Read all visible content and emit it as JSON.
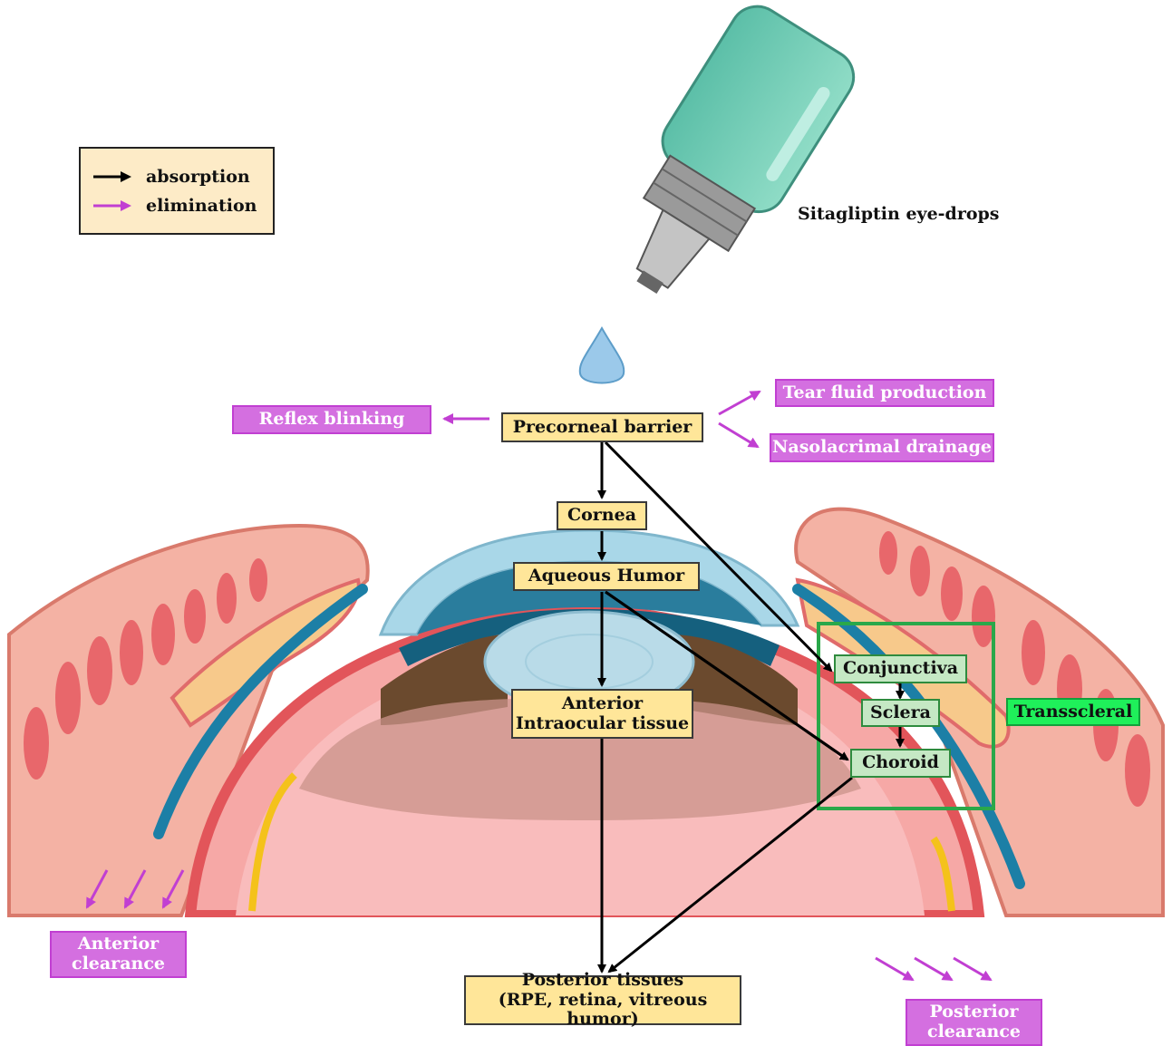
{
  "legend": {
    "absorption_label": "absorption",
    "elimination_label": "elimination",
    "absorption_color": "#000000",
    "elimination_color": "#c13fd2"
  },
  "product_label": "Sitagliptin eye-drops",
  "nodes": {
    "precorneal": "Precorneal barrier",
    "cornea": "Cornea",
    "aqueous": "Aqueous Humor",
    "anterior_line1": "Anterior",
    "anterior_line2": "Intraocular tissue",
    "conjunctiva": "Conjunctiva",
    "sclera": "Sclera",
    "choroid": "Choroid",
    "transscleral": "Transscleral",
    "posterior_line1": "Posterior tissues",
    "posterior_line2": "(RPE, retina, vitreous humor)"
  },
  "elimination": {
    "reflex": "Reflex blinking",
    "tear": "Tear fluid production",
    "naso": "Nasolacrimal drainage",
    "anterior_line1": "Anterior",
    "anterior_line2": "clearance",
    "posterior_line1": "Posterior",
    "posterior_line2": "clearance"
  },
  "colors": {
    "box_yellow": "#ffe699",
    "box_purple": "#d46fe0",
    "box_green": "#c5e8c4",
    "transscleral_green": "#1ff05a",
    "frame_green": "#2aa84a"
  }
}
